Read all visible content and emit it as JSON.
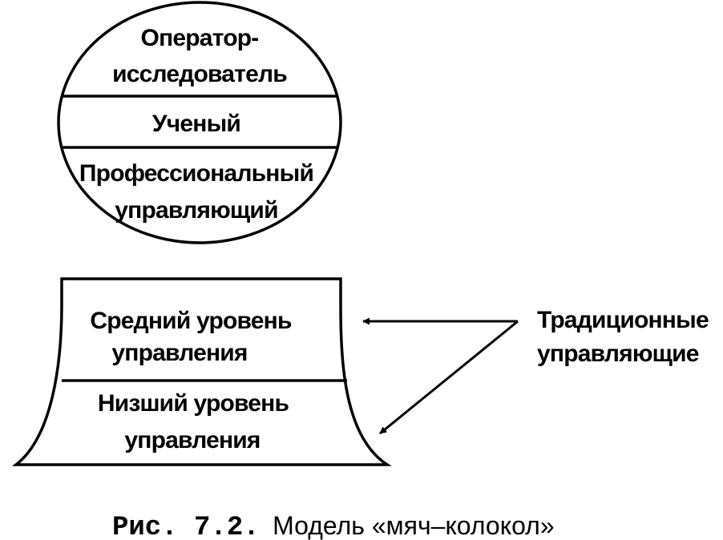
{
  "ball": {
    "sections": [
      {
        "lines": [
          "Оператор-",
          "исследователь"
        ]
      },
      {
        "lines": [
          "Ученый"
        ]
      },
      {
        "lines": [
          "Профессиональный",
          "управляющий"
        ]
      }
    ]
  },
  "bell": {
    "sections": [
      {
        "lines": [
          "Средний уровень",
          "управления"
        ]
      },
      {
        "lines": [
          "Низший уровень",
          "управления"
        ]
      }
    ]
  },
  "side_label": {
    "lines": [
      "Традиционные",
      "управляющие"
    ]
  },
  "caption": {
    "number": "Рис. 7.2.",
    "text": "Модель «мяч–колокол»"
  }
}
